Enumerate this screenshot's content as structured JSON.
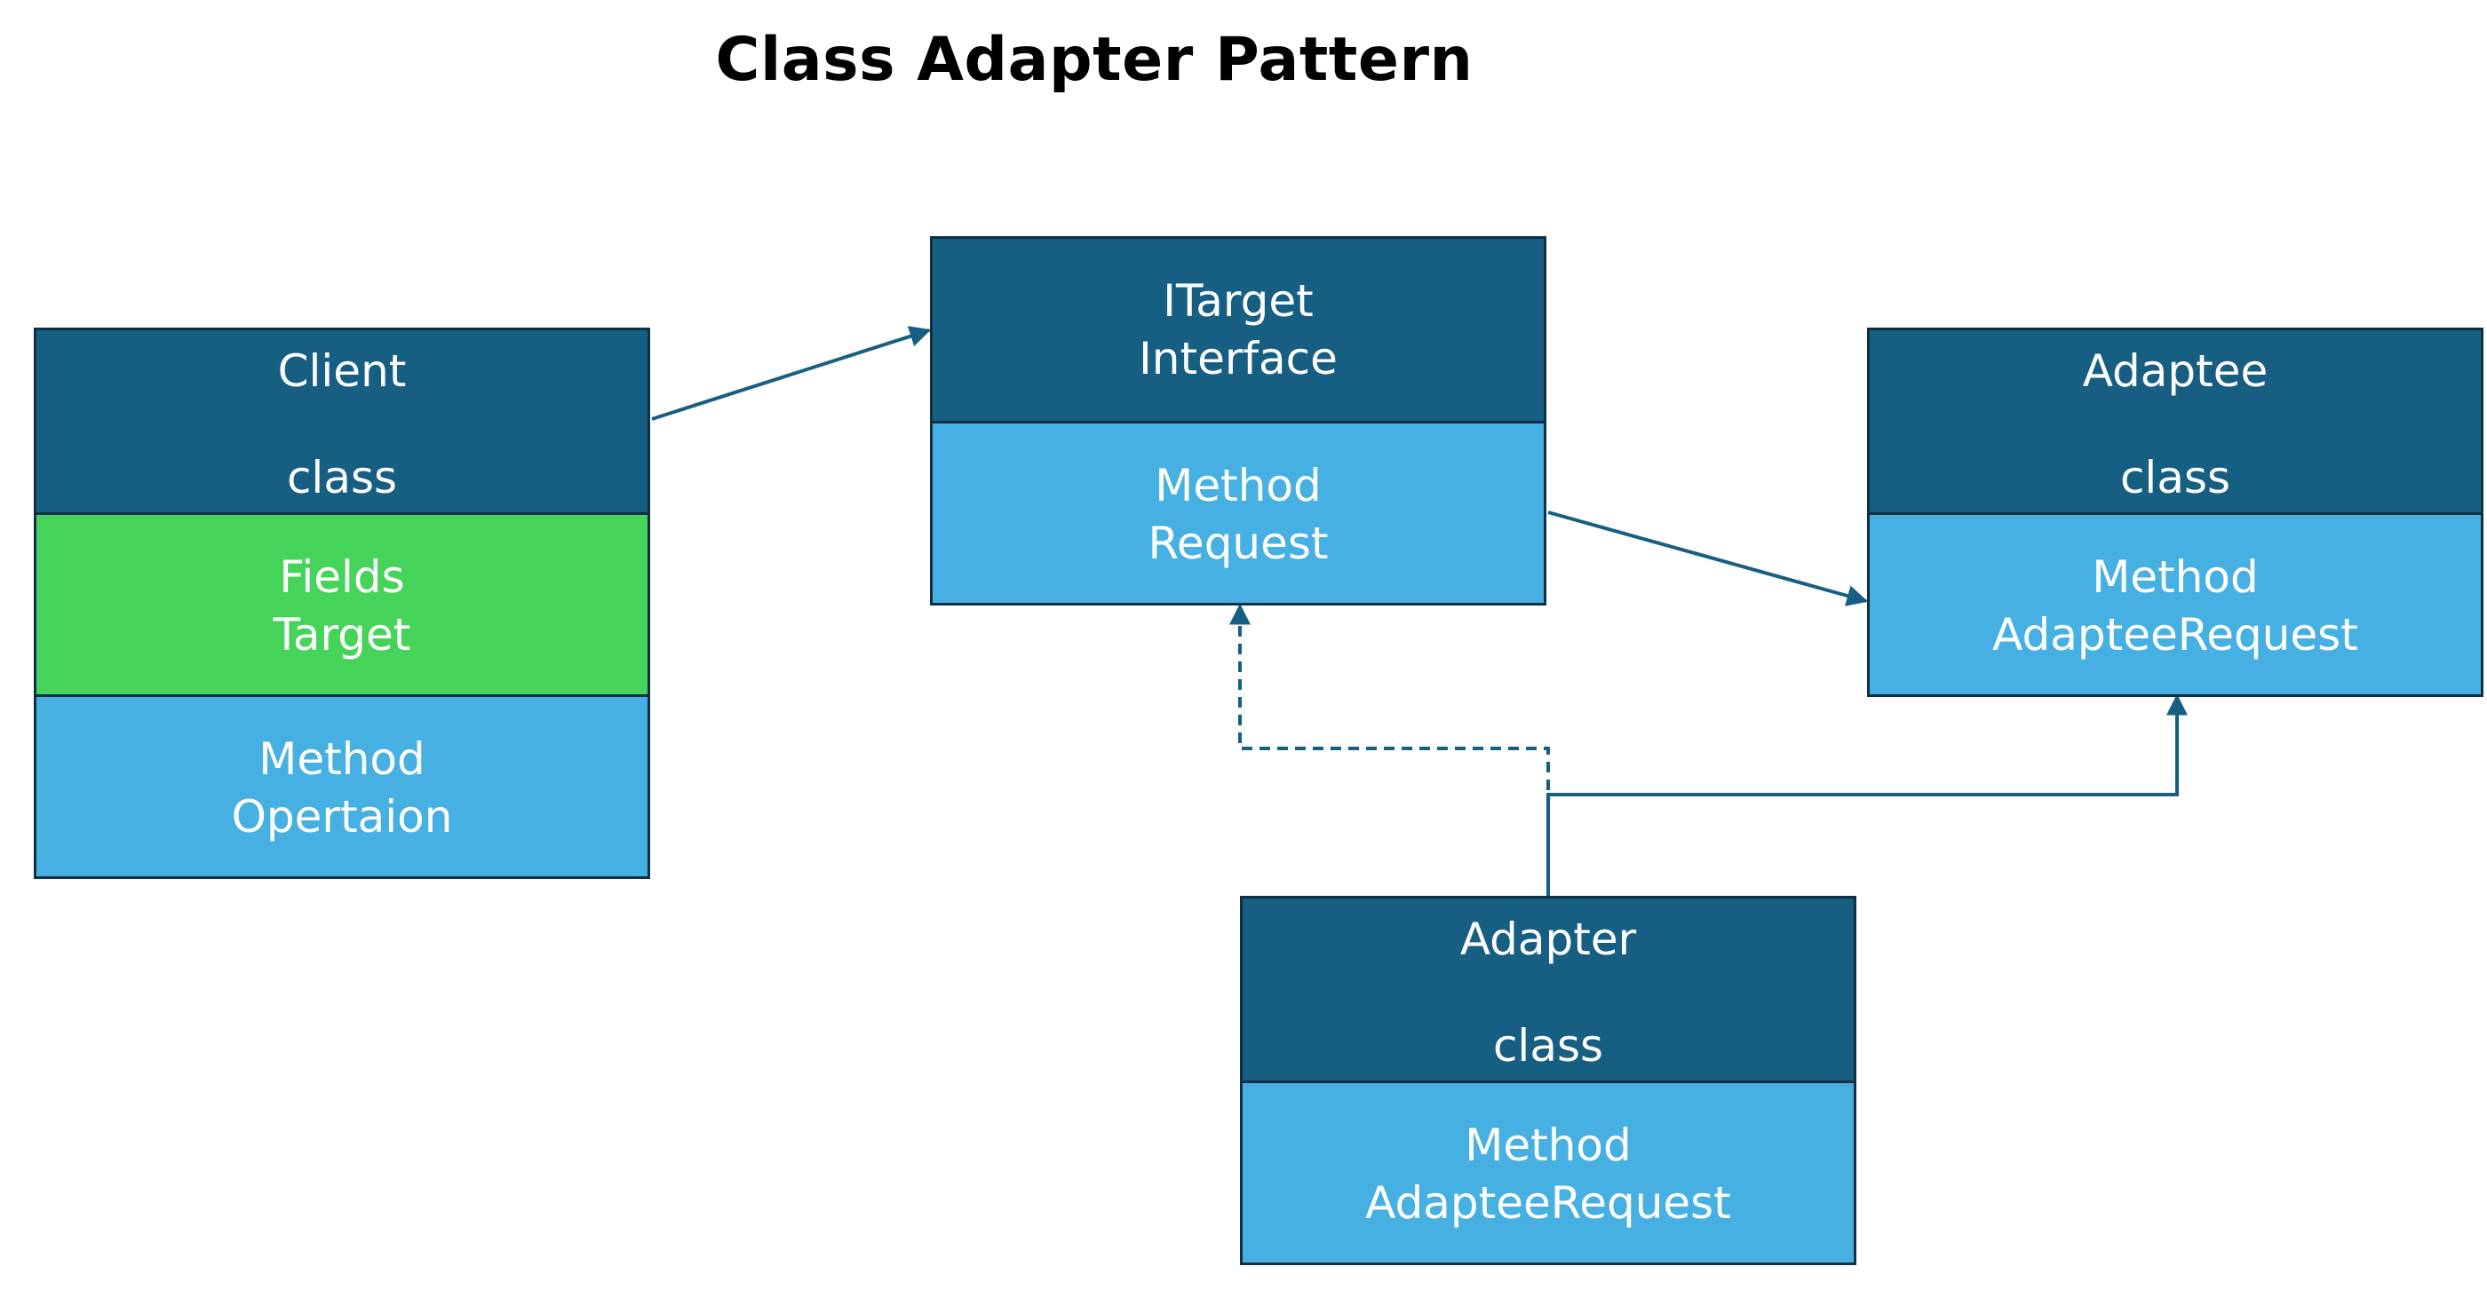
{
  "title": "Class Adapter Pattern",
  "colors": {
    "header": "#175f82",
    "fields": "#45d35a",
    "methods": "#47b0e2",
    "connector": "#175f82",
    "border": "#0f2f45"
  },
  "classes": {
    "client": {
      "name": "Client",
      "kind": "class",
      "fields_label": "Fields",
      "field": "Target",
      "methods_label": "Method",
      "method": "Opertaion"
    },
    "itarget": {
      "name": "ITarget",
      "kind": "Interface",
      "methods_label": "Method",
      "method": "Request"
    },
    "adaptee": {
      "name": "Adaptee",
      "kind": "class",
      "methods_label": "Method",
      "method": "AdapteeRequest"
    },
    "adapter": {
      "name": "Adapter",
      "kind": "class",
      "methods_label": "Method",
      "method": "AdapteeRequest"
    }
  },
  "relationships": [
    {
      "from": "Client",
      "to": "ITarget",
      "style": "solid"
    },
    {
      "from": "ITarget",
      "to": "Adaptee",
      "style": "solid"
    },
    {
      "from": "Adapter",
      "to": "ITarget",
      "style": "dashed"
    },
    {
      "from": "Adapter",
      "to": "Adaptee",
      "style": "solid"
    }
  ]
}
